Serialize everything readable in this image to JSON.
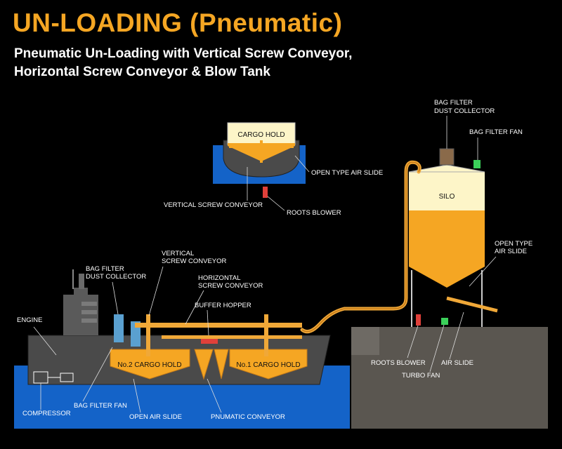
{
  "header": {
    "title": "UN-LOADING (Pneumatic)",
    "subtitle_line1": "Pneumatic Un-Loading with Vertical Screw Conveyor,",
    "subtitle_line2": "Horizontal Screw Conveyor & Blow Tank"
  },
  "colors": {
    "accent": "#f5a623",
    "cargo": "#f5a623",
    "water": "#1463c8",
    "hull": "#4a4a4a",
    "silo_top": "#fdf5c8",
    "quay": "#5a5650"
  },
  "cross_section": {
    "cargo_hold": "CARGO HOLD",
    "open_type_air_slide": "OPEN TYPE AIR SLIDE",
    "vertical_screw_conveyor": "VERTICAL SCREW CONVEYOR",
    "roots_blower": "ROOTS BLOWER"
  },
  "silo_area": {
    "bag_filter_dust_collector_1": "BAG FILTER",
    "bag_filter_dust_collector_2": "DUST COLLECTOR",
    "bag_filter_fan": "BAG FILTER FAN",
    "silo": "SILO",
    "open_type_air_slide_1": "OPEN TYPE",
    "open_type_air_slide_2": "AIR SLIDE",
    "roots_blower": "ROOTS BLOWER",
    "air_slide": "AIR SLIDE",
    "turbo_fan": "TURBO FAN"
  },
  "ship": {
    "engine": "ENGINE",
    "bag_filter_dust_collector_1": "BAG FILTER",
    "bag_filter_dust_collector_2": "DUST COLLECTOR",
    "vertical_screw_conveyor_1": "VERTICAL",
    "vertical_screw_conveyor_2": "SCREW CONVEYOR",
    "horizontal_screw_conveyor_1": "HORIZONTAL",
    "horizontal_screw_conveyor_2": "SCREW CONVEYOR",
    "buffer_hopper": "BUFFER HOPPER",
    "no2_cargo_hold": "No.2 CARGO HOLD",
    "no1_cargo_hold": "No.1 CARGO HOLD",
    "compressor": "COMPRESSOR",
    "bag_filter_fan": "BAG FILTER FAN",
    "open_air_slide": "OPEN AIR SLIDE",
    "pnumatic_conveyor": "PNUMATIC CONVEYOR"
  }
}
